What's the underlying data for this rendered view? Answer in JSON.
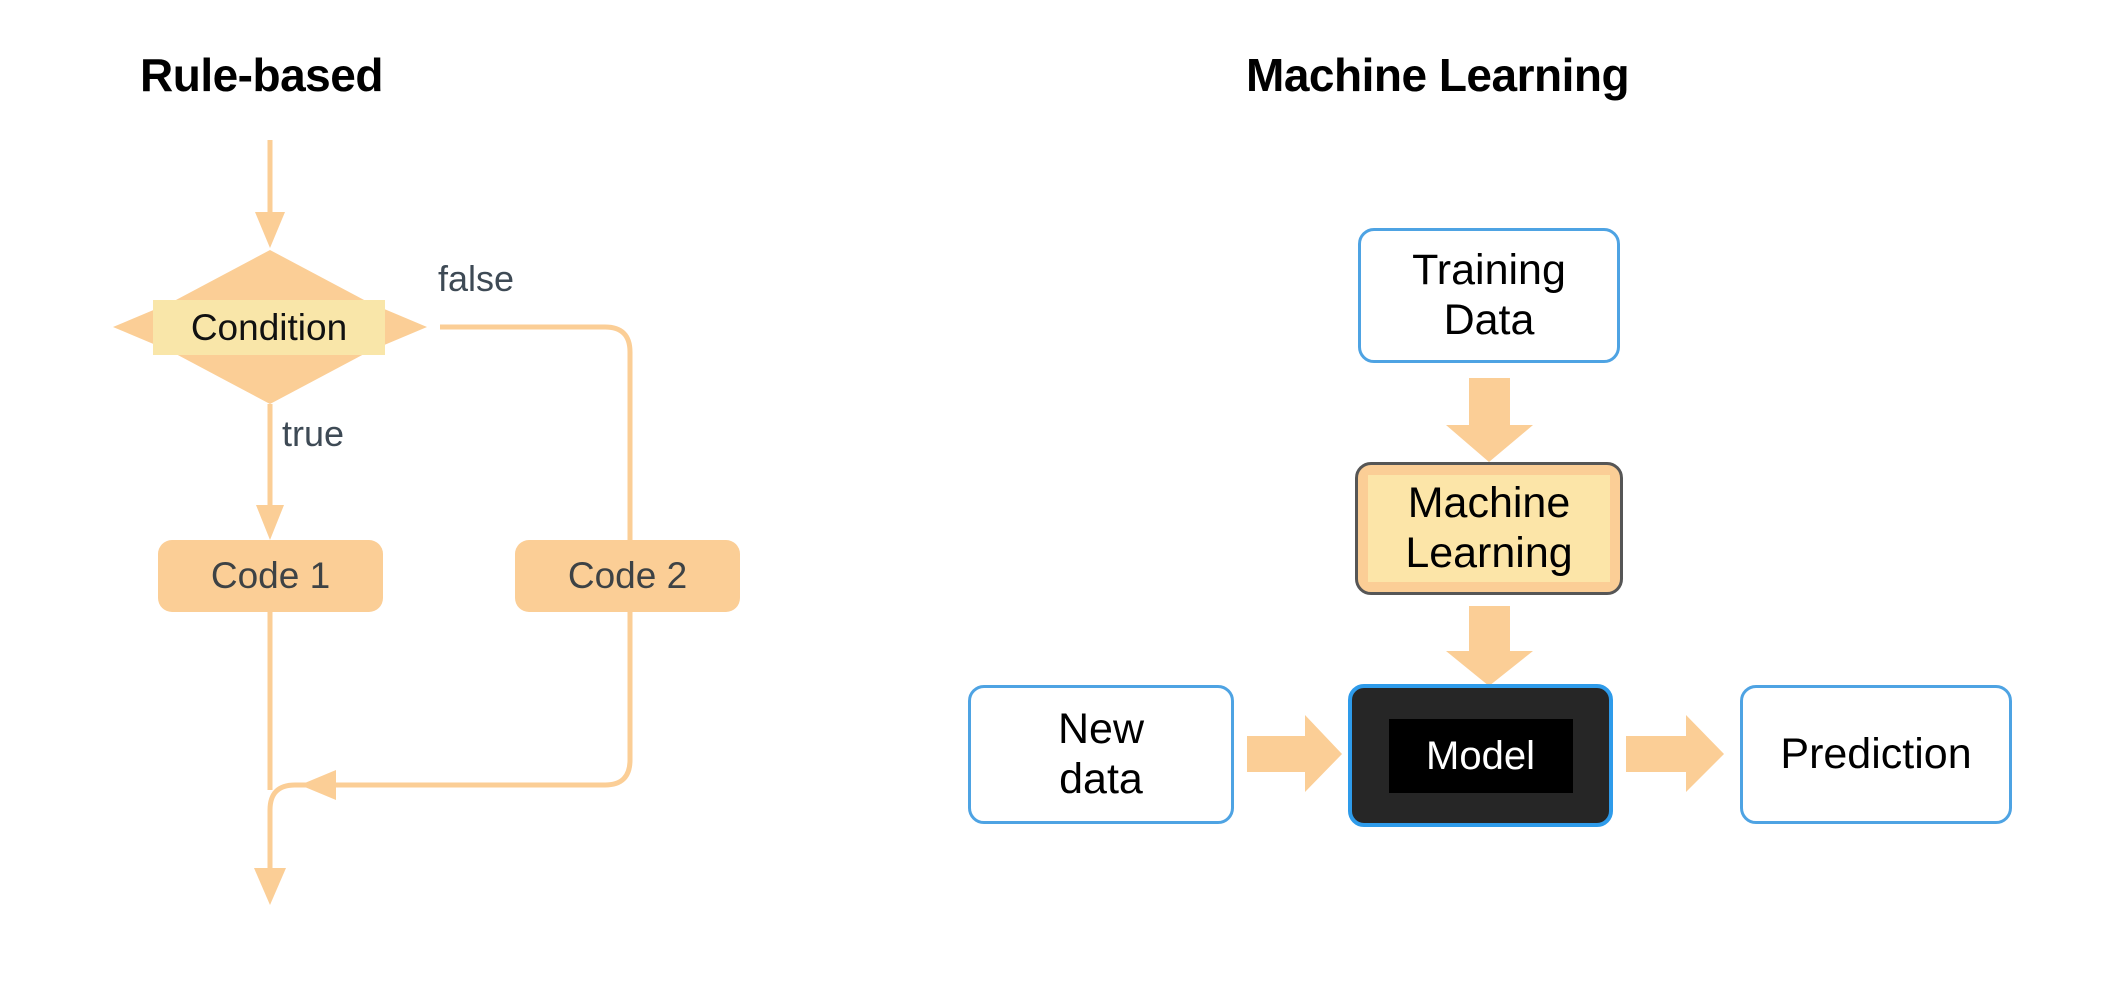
{
  "page": {
    "background": "#ffffff",
    "accent_orange": "#FBCE96",
    "accent_yellow": "#F9E6A9",
    "accent_blue": "#4EA3E3",
    "model_dark": "#262626",
    "text_dark": "#3E4A55"
  },
  "panels": {
    "left": {
      "title": "Rule-based",
      "nodes": {
        "condition": "Condition",
        "code_1": "Code 1",
        "code_2": "Code 2"
      },
      "edge_labels": {
        "true": "true",
        "false": "false"
      }
    },
    "right": {
      "title": "Machine Learning",
      "nodes": {
        "training_data": "Training\nData",
        "machine_learning": "Machine\nLearning",
        "new_data": "New\ndata",
        "model": "Model",
        "prediction": "Prediction"
      }
    }
  }
}
